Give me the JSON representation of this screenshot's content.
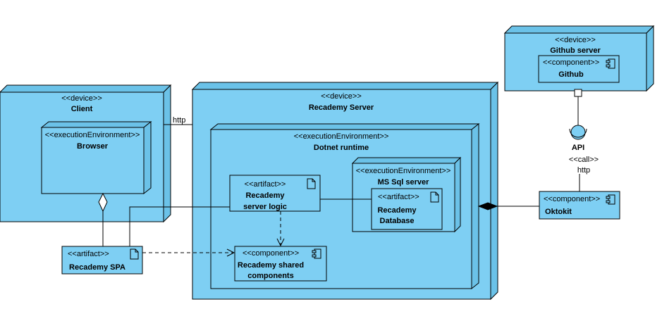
{
  "colors": {
    "fill": "#7ECFF3",
    "depth": "#6BC2E8",
    "stroke": "#000000",
    "background": "#FFFFFF"
  },
  "nodes": {
    "client": {
      "stereotype": "<<device>>",
      "name": "Client"
    },
    "browser": {
      "stereotype": "<<executionEnvironment>>",
      "name": "Browser"
    },
    "server": {
      "stereotype": "<<device>>",
      "name": "Recademy Server"
    },
    "dotnet": {
      "stereotype": "<<executionEnvironment>>",
      "name": "Dotnet runtime"
    },
    "mssql": {
      "stereotype": "<<executionEnvironment>>",
      "name": "MS Sql server"
    },
    "github_server": {
      "stereotype": "<<device>>",
      "name": "Github server"
    },
    "github": {
      "stereotype": "<<component>>",
      "name": "Github"
    },
    "server_logic": {
      "stereotype": "<<artifact>>",
      "name_line1": "Recademy",
      "name_line2": "server logic"
    },
    "database": {
      "stereotype": "<<artifact>>",
      "name_line1": "Recademy",
      "name_line2": "Database"
    },
    "shared": {
      "stereotype": "<<component>>",
      "name_line1": "Recademy shared",
      "name_line2": "components"
    },
    "spa": {
      "stereotype": "<<artifact>>",
      "name": "Recademy SPA"
    },
    "oktokit": {
      "stereotype": "<<component>>",
      "name": "Oktokit"
    }
  },
  "labels": {
    "http_client": "http",
    "api": "API",
    "call": "<<call>>",
    "http_api": "http"
  }
}
